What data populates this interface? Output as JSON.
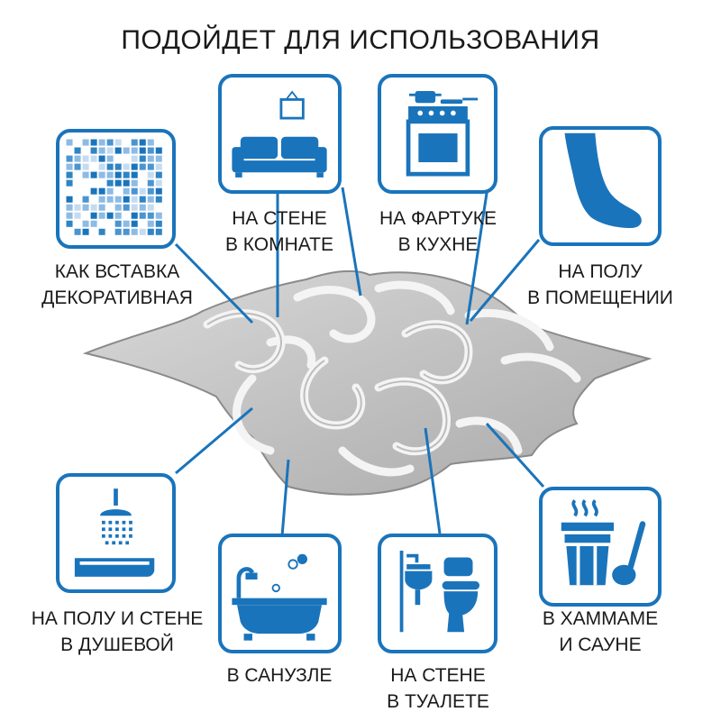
{
  "title": "ПОДОЙДЕТ ДЛЯ ИСПОЛЬЗОВАНИЯ",
  "accent_color": "#1a74bb",
  "usages": [
    {
      "id": "insert",
      "icon": "mosaic-grid-icon",
      "line1": "КАК ВСТАВКА",
      "line2": "ДЕКОРАТИВНАЯ"
    },
    {
      "id": "room",
      "icon": "sofa-picture-icon",
      "line1": "НА СТЕНЕ",
      "line2": "В КОМНАТЕ"
    },
    {
      "id": "kitchen",
      "icon": "stove-pot-icon",
      "line1": "НА ФАРТУКЕ",
      "line2": "В КУХНЕ"
    },
    {
      "id": "floor",
      "icon": "foot-icon",
      "line1": "НА ПОЛУ",
      "line2": "В ПОМЕЩЕНИИ"
    },
    {
      "id": "shower",
      "icon": "shower-tray-icon",
      "line1": "НА ПОЛУ И СТЕНЕ",
      "line2": "В ДУШЕВОЙ"
    },
    {
      "id": "bathroom",
      "icon": "bathtub-icon",
      "line1": "В САНУЗЛЕ",
      "line2": ""
    },
    {
      "id": "toilet",
      "icon": "toilet-sink-icon",
      "line1": "НА СТЕНЕ",
      "line2": "В ТУАЛЕТЕ"
    },
    {
      "id": "sauna",
      "icon": "sauna-bucket-icon",
      "line1": "В ХАММАМЕ",
      "line2": "И САУНЕ"
    }
  ]
}
